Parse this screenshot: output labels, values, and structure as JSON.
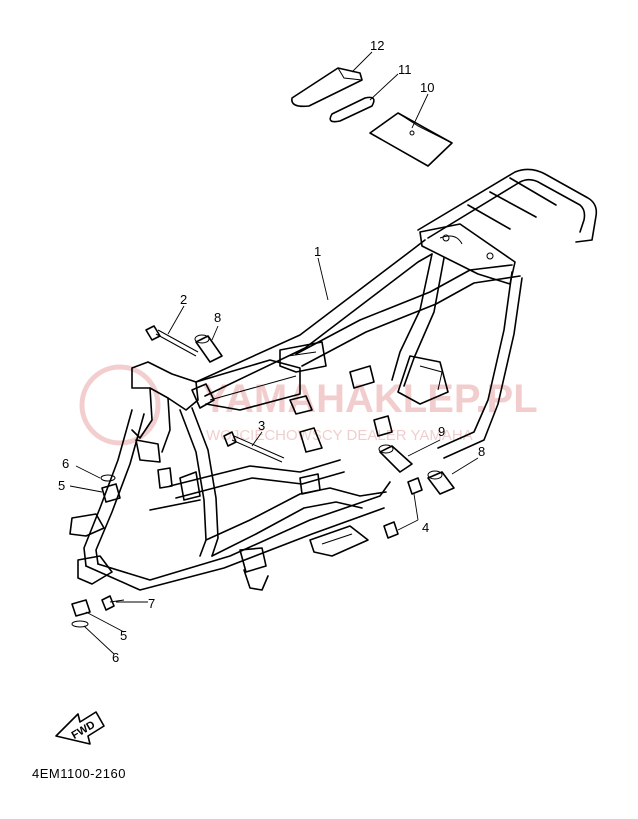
{
  "watermark": {
    "line1": "YAMAHAKLEP.PL",
    "line2": "WOJCIECHOWSCY DEALER YAMAHA",
    "color": "#e8a6a6"
  },
  "fwd_label": "FWD",
  "diagram_code": "4EM1100-2160",
  "callouts": {
    "c1": "1",
    "c2": "2",
    "c3": "3",
    "c4": "4",
    "c5a": "5",
    "c5b": "5",
    "c6a": "6",
    "c6b": "6",
    "c7": "7",
    "c8a": "8",
    "c8b": "8",
    "c9": "9",
    "c10": "10",
    "c11": "11",
    "c12": "12"
  }
}
